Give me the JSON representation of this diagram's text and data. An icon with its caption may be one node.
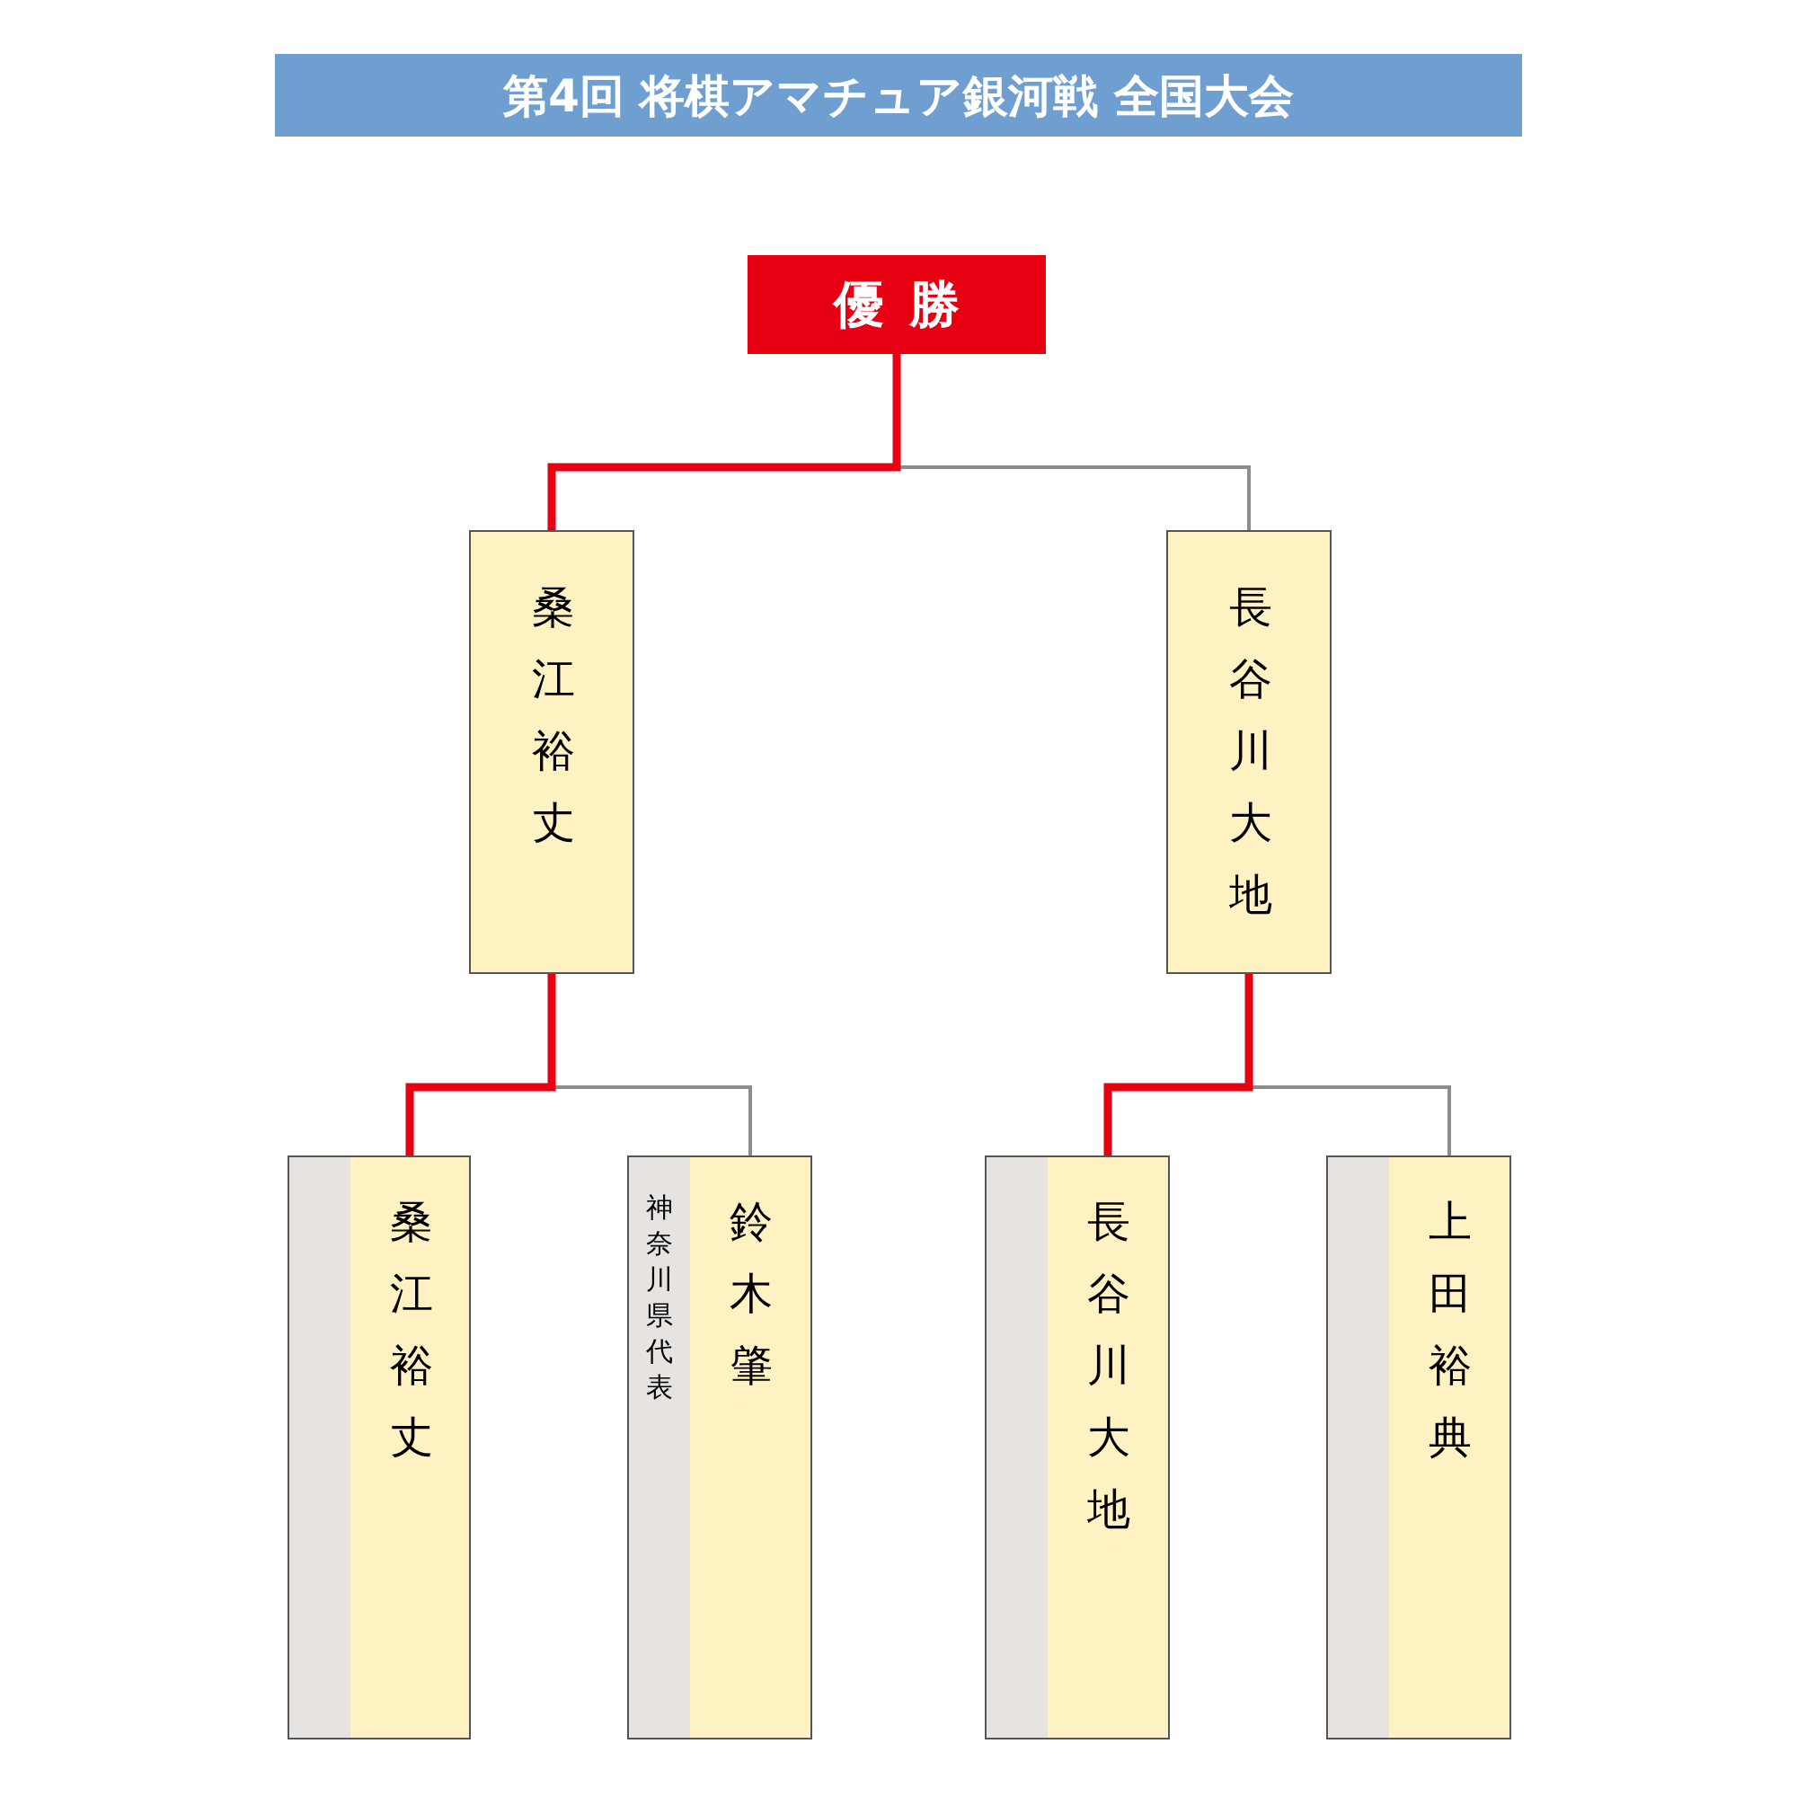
{
  "diagram": {
    "title": "第4回 将棋アマチュア銀河戦 全国大会",
    "nodes": [
      {
        "text": [
          "優勝"
        ]
      },
      {
        "text": [
          "桑江裕丈"
        ]
      },
      {
        "text": [
          "長谷川大地"
        ]
      },
      {
        "text": [
          "桑江裕丈"
        ]
      },
      {
        "text": [
          "神奈川県代表",
          "鈴木肇"
        ]
      },
      {
        "text": [
          "長谷川大地"
        ]
      },
      {
        "text": [
          "上田裕典"
        ]
      }
    ],
    "edges": [
      {
        "from": 1,
        "to": 0,
        "arrow": "none",
        "style": "thick",
        "color": "#e60012"
      },
      {
        "from": 2,
        "to": 0,
        "arrow": "none",
        "color": "#8c8c8c"
      },
      {
        "from": 3,
        "to": 1,
        "arrow": "none",
        "style": "thick",
        "color": "#e60012"
      },
      {
        "from": 4,
        "to": 1,
        "arrow": "none",
        "color": "#8c8c8c"
      },
      {
        "from": 5,
        "to": 2,
        "arrow": "none",
        "style": "thick",
        "color": "#e60012"
      },
      {
        "from": 6,
        "to": 2,
        "arrow": "none",
        "color": "#8c8c8c"
      }
    ]
  }
}
